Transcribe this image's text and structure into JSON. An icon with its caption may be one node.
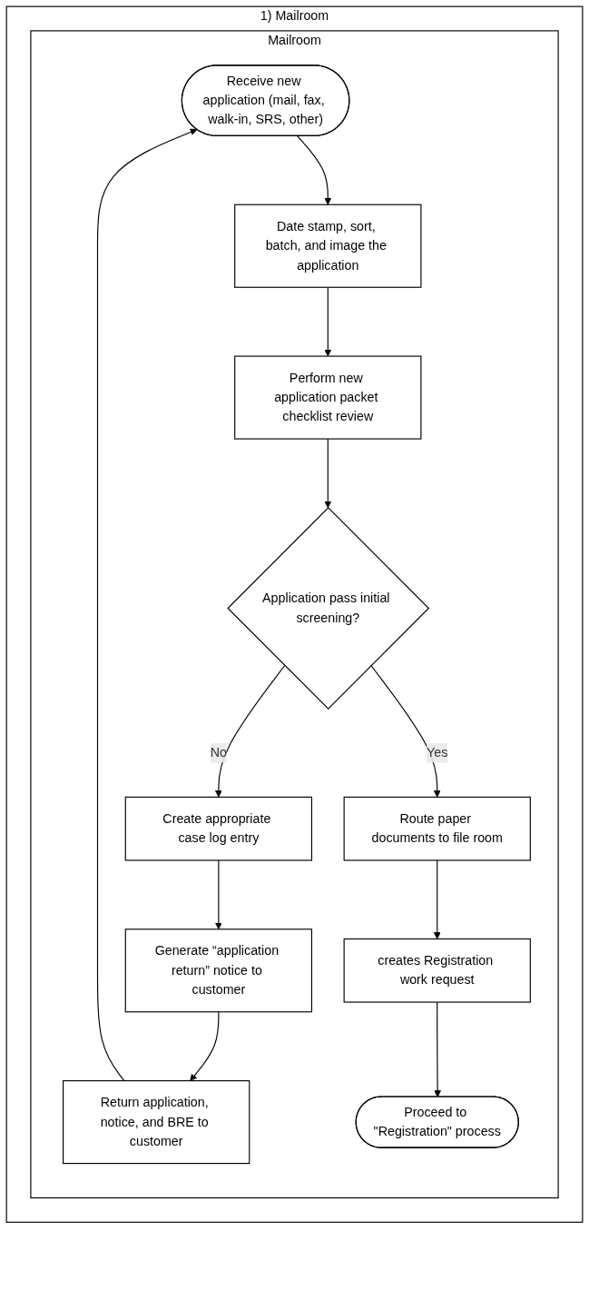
{
  "diagram": {
    "nodes": [
      {
        "text": [
          "1) Mailroom"
        ]
      },
      {
        "text": [
          "Mailroom"
        ],
        "in": 0
      },
      {
        "text": [
          "Receive new application (mail, fax, walk-in, SRS, other)"
        ],
        "in": 1
      },
      {
        "text": [
          "Date stamp, sort, batch, and image the application"
        ],
        "in": 1
      },
      {
        "text": [
          "Perform new application packet checklist review"
        ],
        "in": 1
      },
      {
        "text": [
          "Application pass initial screening?"
        ],
        "in": 1
      },
      {
        "text": [
          "Create appropriate case log entry"
        ],
        "in": 1
      },
      {
        "text": [
          "Generate “application return” notice to customer"
        ],
        "in": 1
      },
      {
        "text": [
          "Return application, notice, and BRE to customer"
        ],
        "in": 1
      },
      {
        "text": [
          "Route paper documents to file room"
        ],
        "in": 1
      },
      {
        "text": [
          "creates Registration work request"
        ],
        "in": 1
      },
      {
        "text": [
          "Proceed to \"Registration\" process"
        ],
        "in": 1
      }
    ],
    "edges": [
      {
        "from": 2,
        "to": 3,
        "arrow": "to"
      },
      {
        "from": 3,
        "to": 4,
        "arrow": "to"
      },
      {
        "from": 4,
        "to": 5,
        "arrow": "to"
      },
      {
        "from": 5,
        "to": 6,
        "arrow": "to",
        "label": "No"
      },
      {
        "from": 6,
        "to": 7,
        "arrow": "to"
      },
      {
        "from": 7,
        "to": 8,
        "arrow": "to"
      },
      {
        "from": 8,
        "to": 2,
        "arrow": "to"
      },
      {
        "from": 5,
        "to": 9,
        "arrow": "to",
        "label": "Yes"
      },
      {
        "from": 9,
        "to": 10,
        "arrow": "to"
      },
      {
        "from": 10,
        "to": 11,
        "arrow": "to"
      }
    ]
  }
}
